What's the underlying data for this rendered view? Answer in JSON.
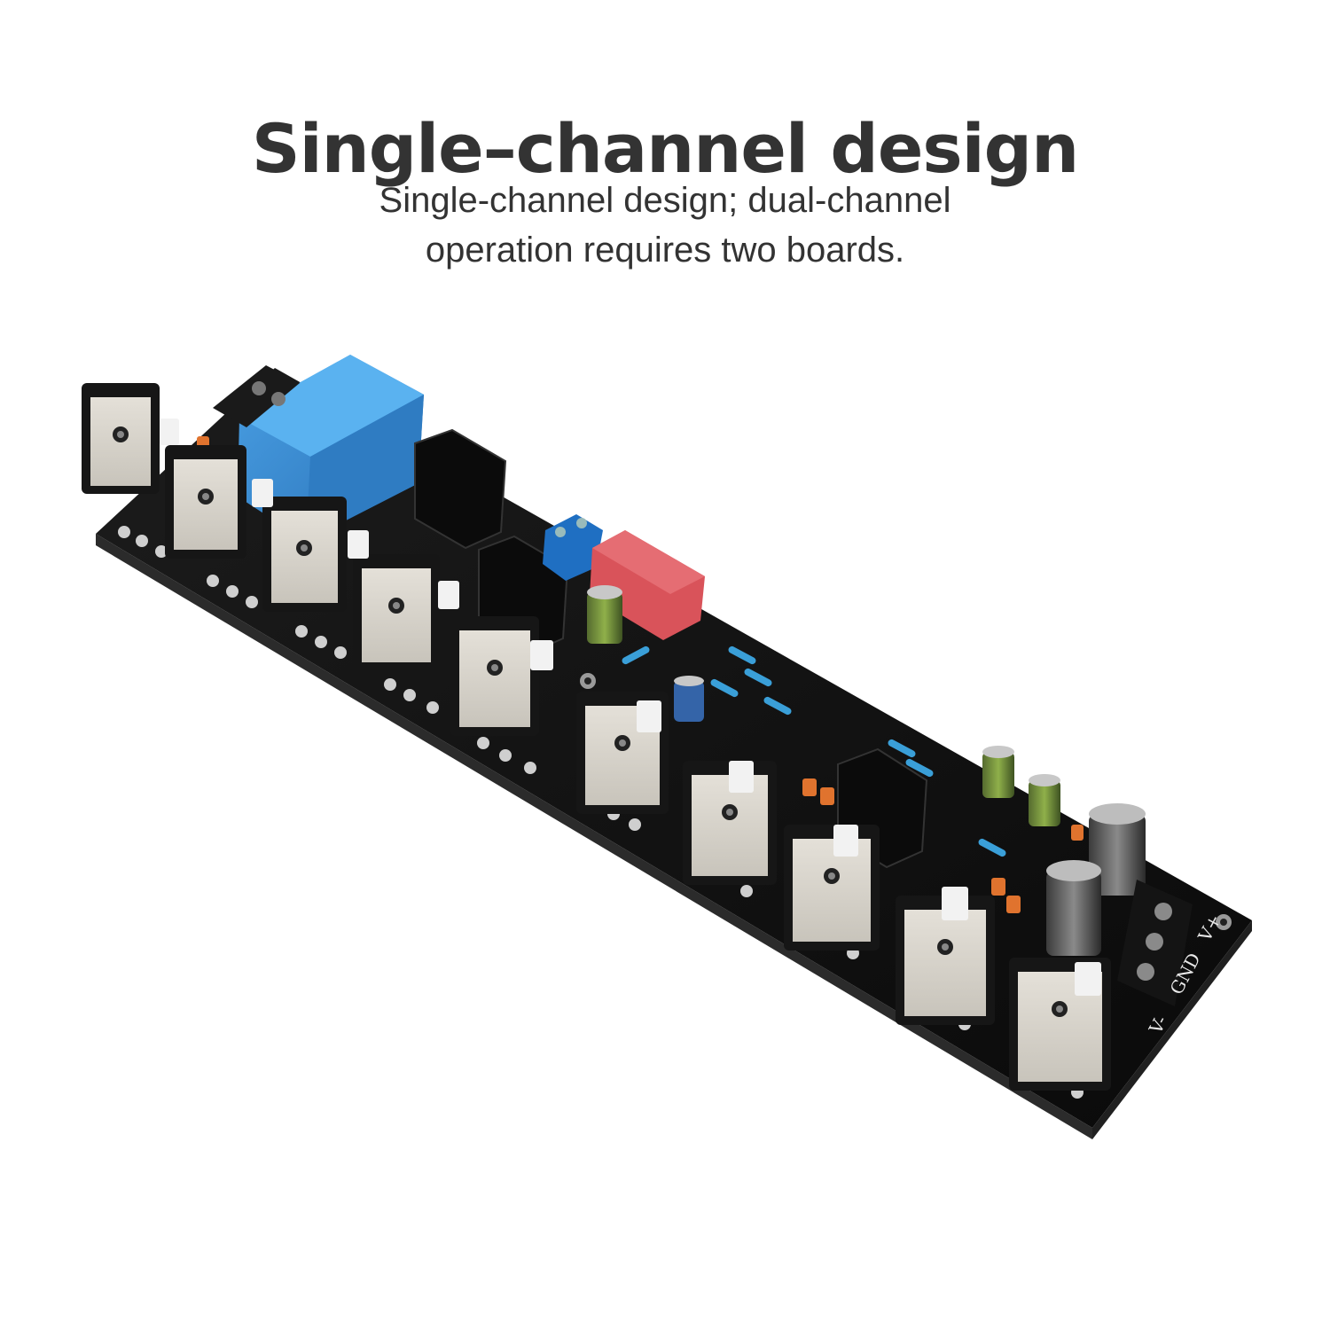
{
  "headline": "Single–channel design",
  "description_lines": [
    "Single-channel design; dual-channel",
    "operation requires two boards."
  ],
  "board_silkscreen": {
    "supply_terminals": [
      "V-",
      "GND",
      "V+"
    ]
  },
  "colors": {
    "text": "#333333",
    "pcb": "#101010",
    "relay": "#3a8fd6",
    "film_capacitor": "#d9535a",
    "transistor_tab": "#d4d0c8"
  },
  "icons": {
    "relay": "relay-icon",
    "transistor": "power-transistor-icon",
    "heatsink": "heatsink-icon",
    "capacitor": "electrolytic-capacitor-icon",
    "terminal": "screw-terminal-icon"
  }
}
